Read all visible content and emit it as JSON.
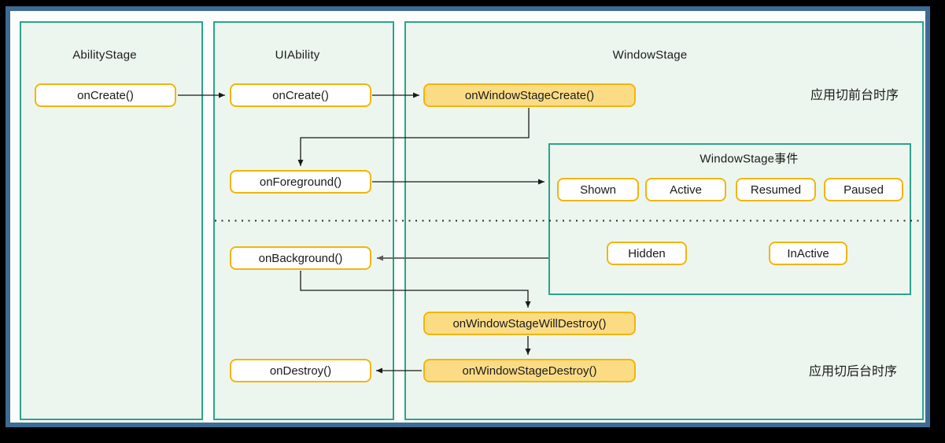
{
  "diagram": {
    "columns": {
      "ability_stage": {
        "title": "AbilityStage",
        "boxes": {
          "on_create": "onCreate()"
        }
      },
      "ui_ability": {
        "title": "UIAbility",
        "boxes": {
          "on_create": "onCreate()",
          "on_foreground": "onForeground()",
          "on_background": "onBackground()",
          "on_destroy": "onDestroy()"
        }
      },
      "window_stage": {
        "title": "WindowStage",
        "boxes": {
          "on_window_stage_create": "onWindowStageCreate()",
          "on_window_stage_will_destroy": "onWindowStageWillDestroy()",
          "on_window_stage_destroy": "onWindowStageDestroy()"
        }
      }
    },
    "event_panel": {
      "title": "WindowStage事件",
      "foreground_events": [
        "Shown",
        "Active",
        "Resumed",
        "Paused"
      ],
      "background_events": [
        "Hidden",
        "InActive"
      ]
    },
    "annotations": {
      "foreground_sequence": "应用切前台时序",
      "background_sequence": "应用切后台时序"
    },
    "colors": {
      "frame": "#3e6b93",
      "canvas": "#fbfdfb",
      "panel_border": "#2aa48e",
      "panel_fill": "#edf6ee",
      "node_border": "#f2b50d",
      "node_fill": "#ffffff",
      "highlight_fill": "#fbdc85",
      "arrow": "#1a1a1a",
      "arrow_muted": "#5a5a5a",
      "divider": "#2b2b2b"
    }
  }
}
